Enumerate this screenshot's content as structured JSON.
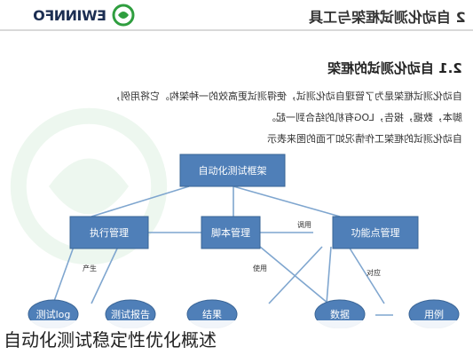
{
  "header": {
    "logo_text": "EWINNFO",
    "title": "2 自动化测试框架与工具",
    "accent_color": "#2f9e3f"
  },
  "section": {
    "title": "2.1 自动化测试的框架",
    "paragraphs": [
      "自动化测试框架是为了管理自动化测试，使得测试更高效的一种架构。它将用例，",
      "脚本，数据，报告，LOG有机的结合到一起。",
      "自动化测试的框架工作情况如下面的图来表示"
    ]
  },
  "diagram": {
    "nodes": {
      "framework": "自动化测试框架",
      "execution": "执行管理",
      "script": "脚本管理",
      "function": "功能点管理",
      "test_log": "测试log",
      "test_report": "测试报告",
      "result": "结果",
      "data": "数据",
      "use_case": "用例"
    },
    "edge_labels": {
      "call": "调用",
      "produce": "产生",
      "use": "使用",
      "correspond": "对应"
    }
  },
  "caption": {
    "text": "自动化测试稳定性优化概述"
  }
}
